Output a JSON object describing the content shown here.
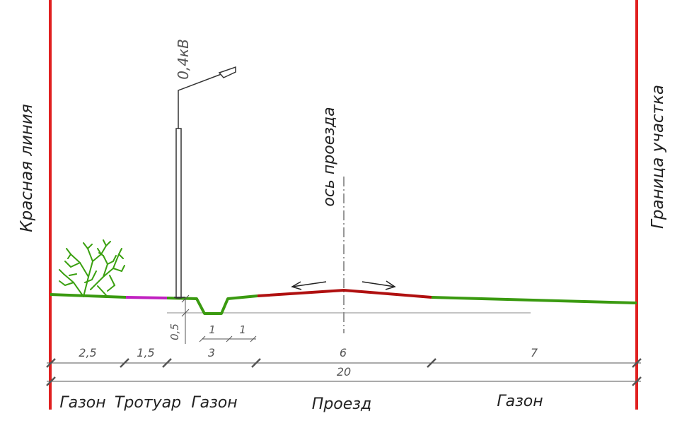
{
  "colors": {
    "boundary": "#e02020",
    "lawn": "#3a9a10",
    "sidewalk": "#c020c0",
    "road": "#b01010",
    "tree": "#3aa010",
    "ink": "#333333",
    "dimension": "#555555"
  },
  "labels": {
    "red_line": "Красная линия",
    "site_boundary": "Граница участка",
    "road_axis": "ось проезда",
    "lamp_voltage": "0,4кВ"
  },
  "dimensions": {
    "ditch_depth": "0,5",
    "ditch_bottom": "1",
    "ditch_slope": "1",
    "segments": [
      "2,5",
      "1,5",
      "3",
      "6",
      "7"
    ],
    "total": "20"
  },
  "zones": [
    "Газон",
    "Тротуар",
    "Газон",
    "Проезд",
    "Газон"
  ]
}
